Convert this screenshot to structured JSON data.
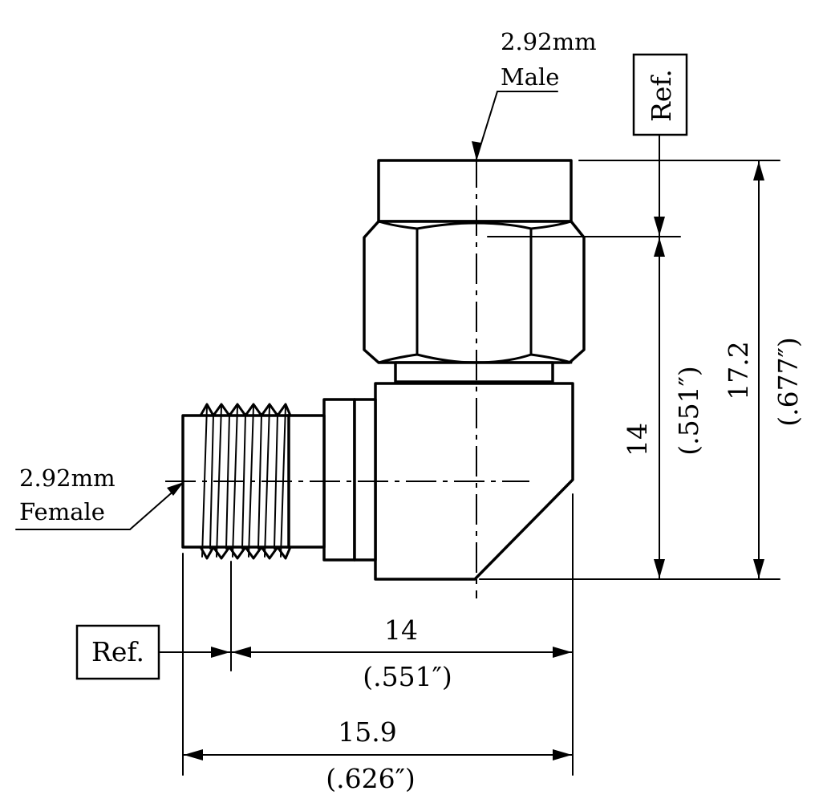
{
  "labels": {
    "male_size": "2.92mm",
    "male_gender": "Male",
    "female_size": "2.92mm",
    "female_gender": "Female",
    "ref_top": "Ref.",
    "ref_bottom": "Ref."
  },
  "dimensions": {
    "height_ref_mm": "14",
    "height_ref_in": "(.551″)",
    "height_total_mm": "17.2",
    "height_total_in": "(.677″)",
    "width_ref_mm": "14",
    "width_ref_in": "(.551″)",
    "width_total_mm": "15.9",
    "width_total_in": "(.626″)"
  }
}
